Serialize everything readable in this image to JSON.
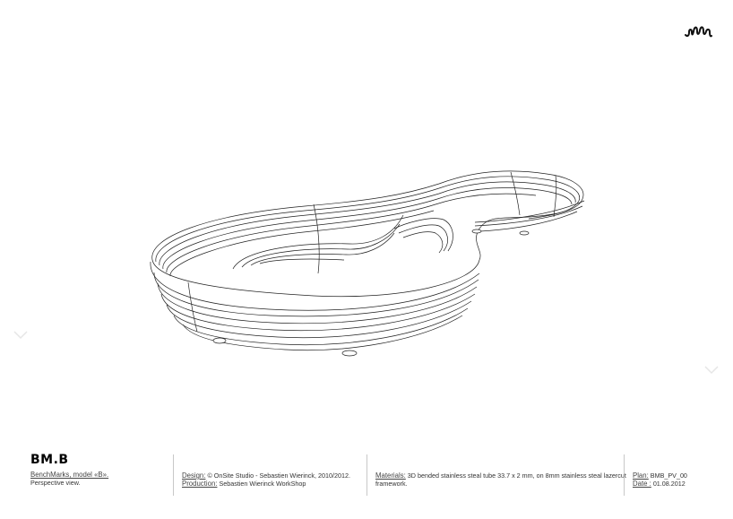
{
  "header": {
    "logo_icon": "hand-wave-logo-icon"
  },
  "navigation": {
    "prev_icon": "chevron-down-icon",
    "next_icon": "chevron-down-icon"
  },
  "drawing": {
    "subject": "BM.B bench perspective line drawing",
    "style": "black line art on white"
  },
  "footer": {
    "title": "BM.B",
    "subtitle": "BenchMarks, model «B».",
    "view": "Perspective view.",
    "design_label": "Design:",
    "design_value": "© OnSite Studio - Sebastien Wierinck, 2010/2012.",
    "production_label": "Production:",
    "production_value": "Sebastien Wierinck WorkShop",
    "materials_label": "Materials:",
    "materials_value_line1": "3D bended stainless steal tube  33.7 x 2 mm, on 8mm stainless steal lazercut",
    "materials_value_line2": "framework.",
    "plan_label": "Plan:",
    "plan_value": "BMB_PV_00",
    "date_label": "Date :",
    "date_value": "01.08.2012"
  },
  "colors": {
    "background": "#ffffff",
    "ink": "#000000",
    "divider": "#c8c8c8",
    "nav_arrow": "#e6e6e6"
  }
}
